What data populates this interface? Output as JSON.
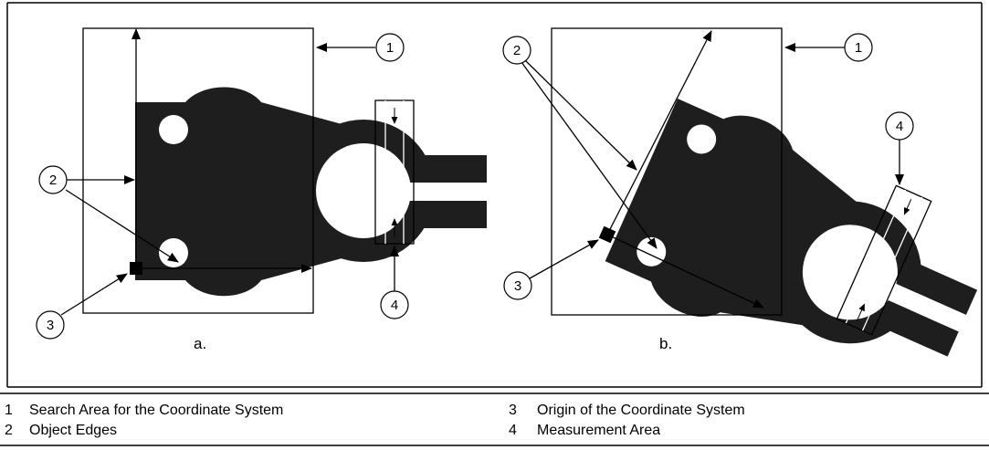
{
  "panels": {
    "a": {
      "label": "a."
    },
    "b": {
      "label": "b."
    }
  },
  "callouts": {
    "a": [
      "1",
      "2",
      "3",
      "4"
    ],
    "b": [
      "1",
      "2",
      "3",
      "4"
    ]
  },
  "legend": [
    {
      "number": "1",
      "text": "Search Area for the Coordinate System"
    },
    {
      "number": "2",
      "text": "Object Edges"
    },
    {
      "number": "3",
      "text": "Origin of the Coordinate System"
    },
    {
      "number": "4",
      "text": "Measurement Area"
    }
  ],
  "colors": {
    "object": "#1e1e1e",
    "line": "#000000",
    "background": "#ffffff"
  }
}
